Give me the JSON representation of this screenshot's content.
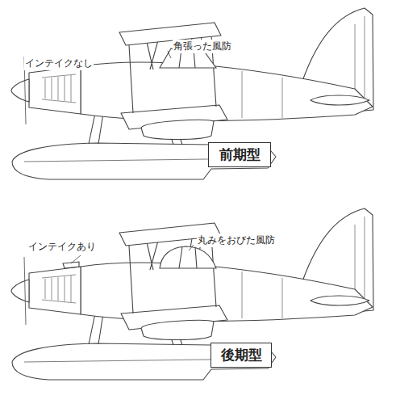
{
  "diagram": {
    "nodes": [
      {
        "text": [
          "前期型"
        ]
      },
      {
        "text": [
          "後期型"
        ]
      }
    ],
    "labels": [
      "インテイクなし",
      "角張った風防",
      "インテイクあり",
      "丸みをおびた風防"
    ]
  }
}
